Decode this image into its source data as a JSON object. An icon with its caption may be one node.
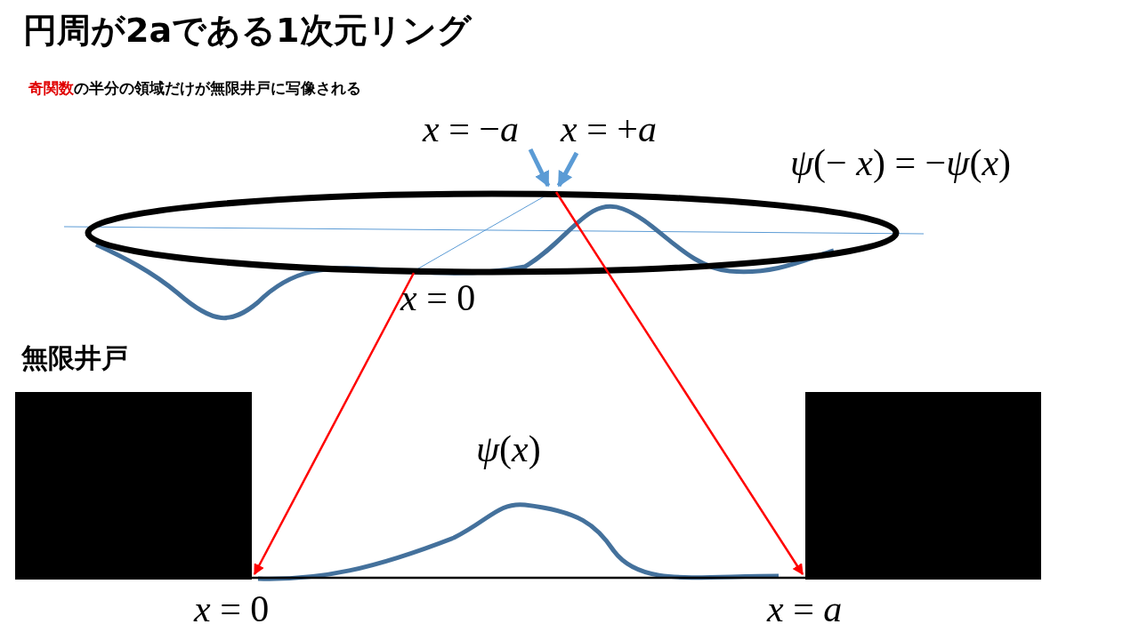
{
  "diagram": {
    "title": "円周が2aである1次元リング",
    "caption": "**奇関数**の半分の領域だけが無限井戸に写像される",
    "nodes": [
      {
        "text": [],
        "shape": "ellipse",
        "beside": [
          "*ψ*(− *x*) = −*ψ*(*x*)",
          "*x* = 0"
        ]
      },
      {
        "text": [
          "*x* = −*a*"
        ]
      },
      {
        "text": [
          "*x* = +*a*"
        ]
      },
      {
        "text": [],
        "shape": "box",
        "beside": [
          "無限井戸",
          "*x* = 0"
        ]
      },
      {
        "text": [],
        "shape": "box",
        "beside": [
          "*x* = *a*"
        ]
      }
    ],
    "edges": [
      {
        "from": 1,
        "to": 0,
        "arrow": "to",
        "style": "thick",
        "color": "#5b9bd5"
      },
      {
        "from": 2,
        "to": 0,
        "arrow": "to",
        "style": "thick",
        "color": "#5b9bd5"
      },
      {
        "from": 0,
        "to": 3,
        "arrow": "to",
        "color": "#ff0000"
      },
      {
        "from": 0,
        "to": 4,
        "arrow": "to",
        "color": "#ff0000"
      },
      {
        "from": 3,
        "to": 4,
        "arrow": "none",
        "color": "#000000"
      }
    ],
    "labels": [
      "*ψ*(*x*)"
    ]
  }
}
